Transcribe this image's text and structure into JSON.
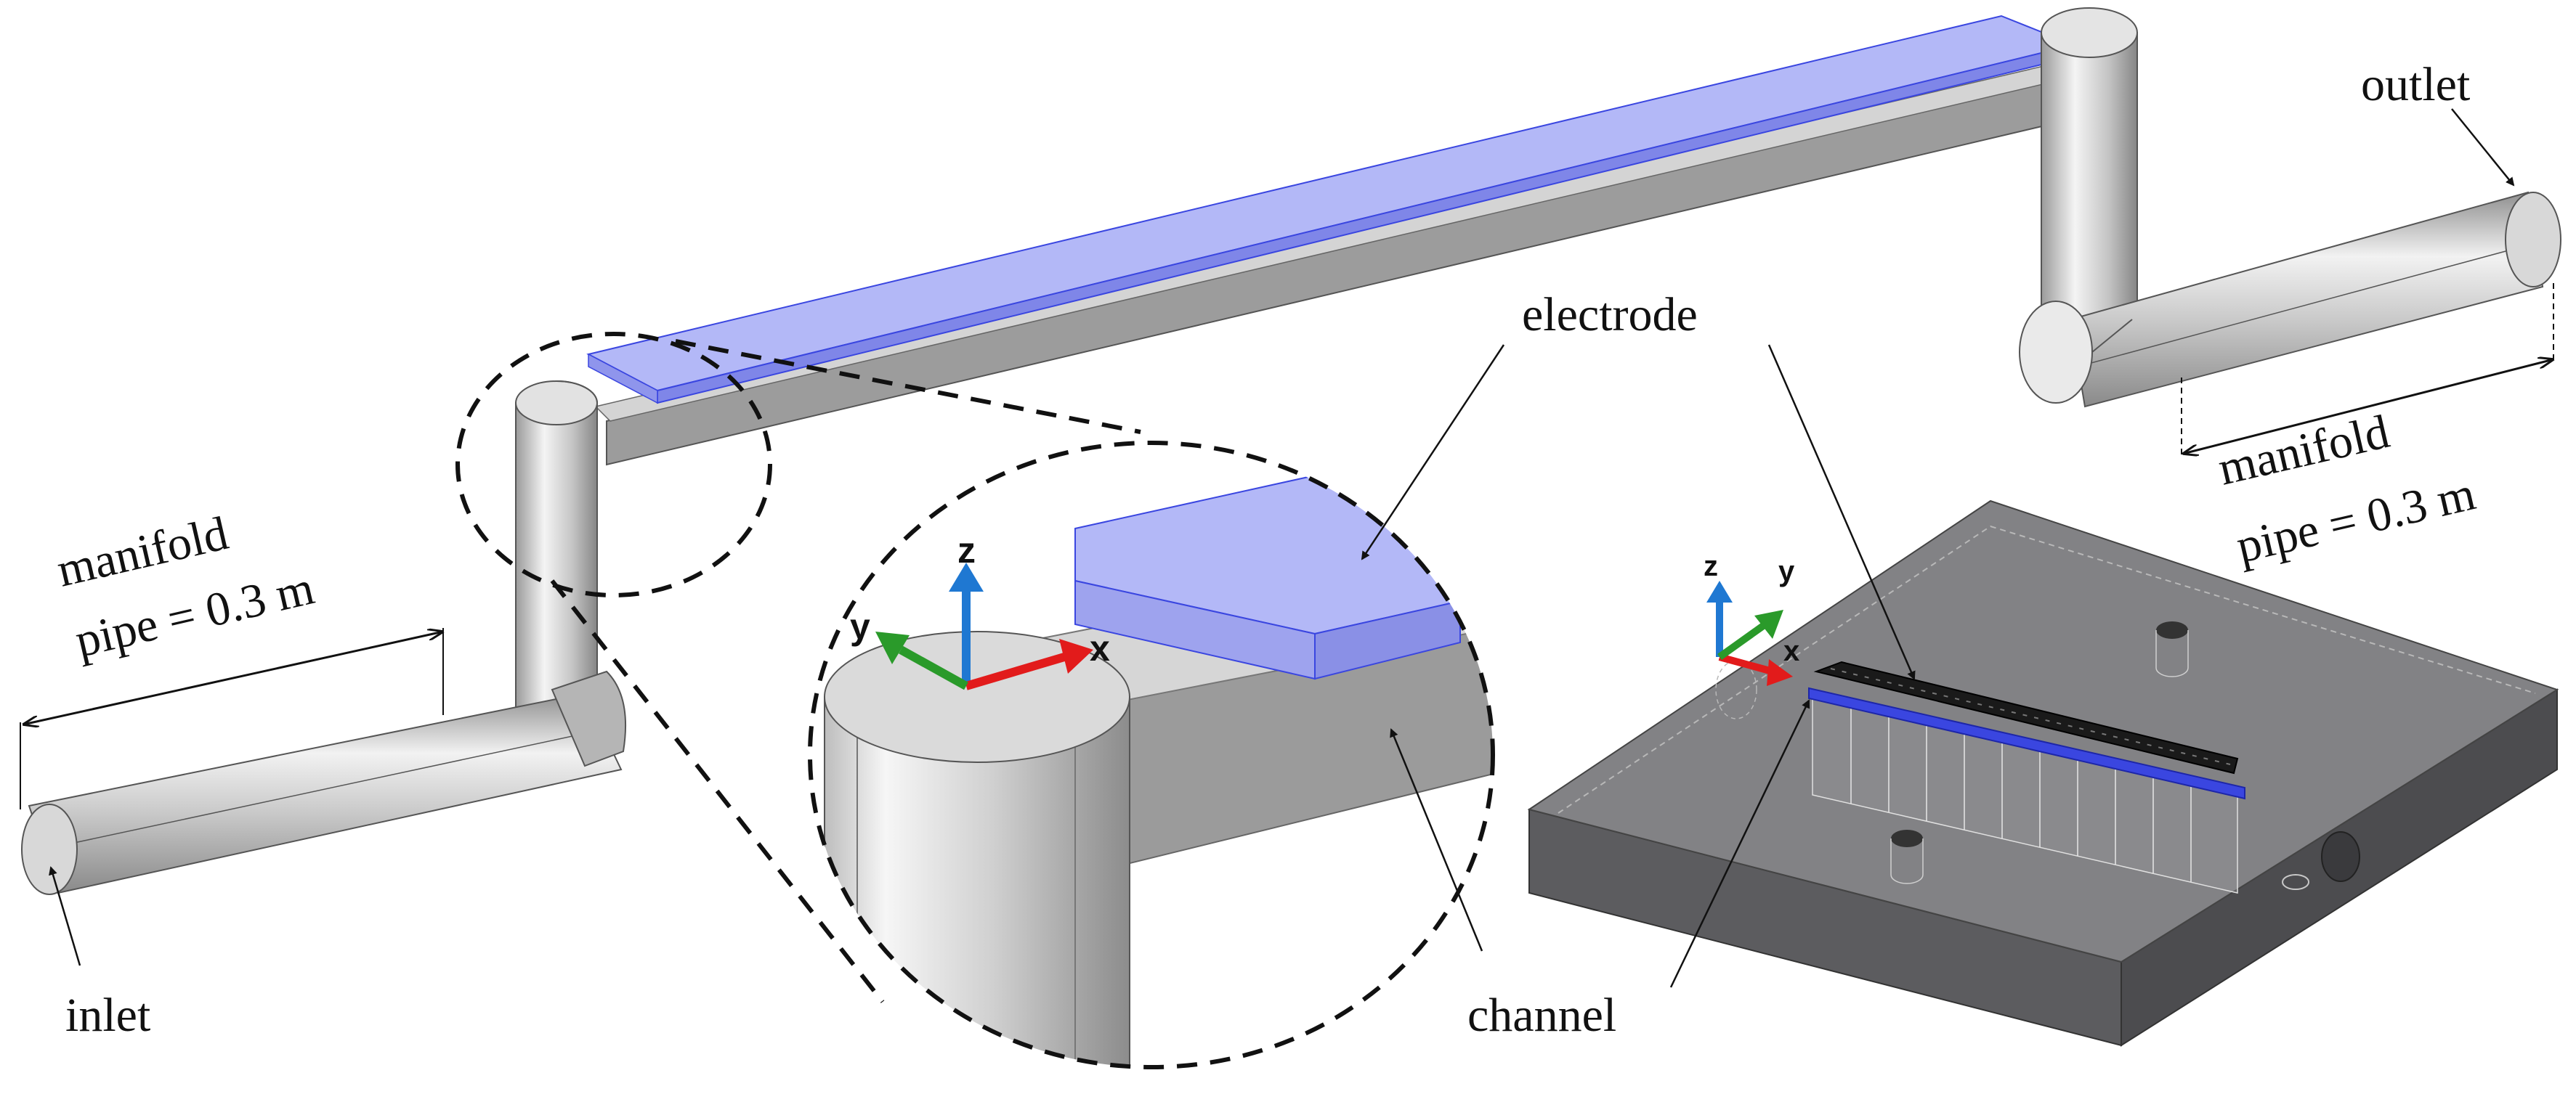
{
  "labels": {
    "outlet": "outlet",
    "electrode": "electrode",
    "manifold_left_line1": "manifold",
    "manifold_left_line2": "pipe = 0.3 m",
    "manifold_right_line1": "manifold",
    "manifold_right_line2": "pipe = 0.3 m",
    "inlet": "inlet",
    "channel": "channel"
  },
  "axes": {
    "x": "x",
    "y": "y",
    "z": "z"
  },
  "colors": {
    "electrode_fill": "#b3b8f7",
    "electrode_edge": "#3a46e0",
    "pipe": "#c8c8c8",
    "channel_top": "#d6d6d6",
    "channel_side": "#9b9b9b",
    "block_top": "#7f7f82",
    "block_side": "#5b5b5e",
    "axis_x": "#e21b1b",
    "axis_y": "#2a9a2a",
    "axis_z": "#1f78d2"
  }
}
